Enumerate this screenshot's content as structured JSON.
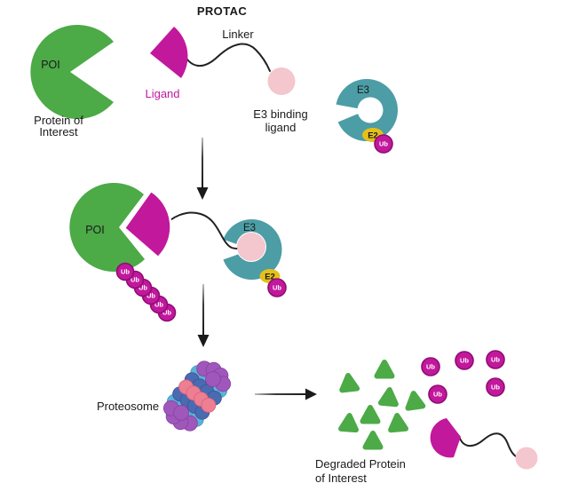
{
  "labels": {
    "protac_title": "PROTAC",
    "linker": "Linker",
    "ligand": "Ligand",
    "e3_binding_line1": "E3 binding",
    "e3_binding_line2": "ligand",
    "poi": "POI",
    "protein_of_interest_line1": "Protein of",
    "protein_of_interest_line2": "Interest",
    "e3": "E3",
    "e2": "E2",
    "ub": "Ub",
    "proteosome": "Proteosome",
    "degraded_line1": "Degraded Protein",
    "degraded_line2": "of Interest"
  },
  "colors": {
    "poi_green": "#4caa47",
    "ligand_magenta": "#c2189c",
    "ub_fill": "#c2189c",
    "ub_stroke": "#8f0c74",
    "e3_teal": "#4c9da5",
    "e3_binding_pink": "#f4c6ce",
    "e2_yellow": "#e5c01a",
    "proteosome_purple": "#a057bb",
    "proteosome_cyan": "#5ab4d6",
    "proteosome_blue": "#4a6ab1",
    "proteosome_pink": "#ee7e92",
    "arrow_black": "#1a1a1a",
    "text_black": "#1a1a1a"
  }
}
